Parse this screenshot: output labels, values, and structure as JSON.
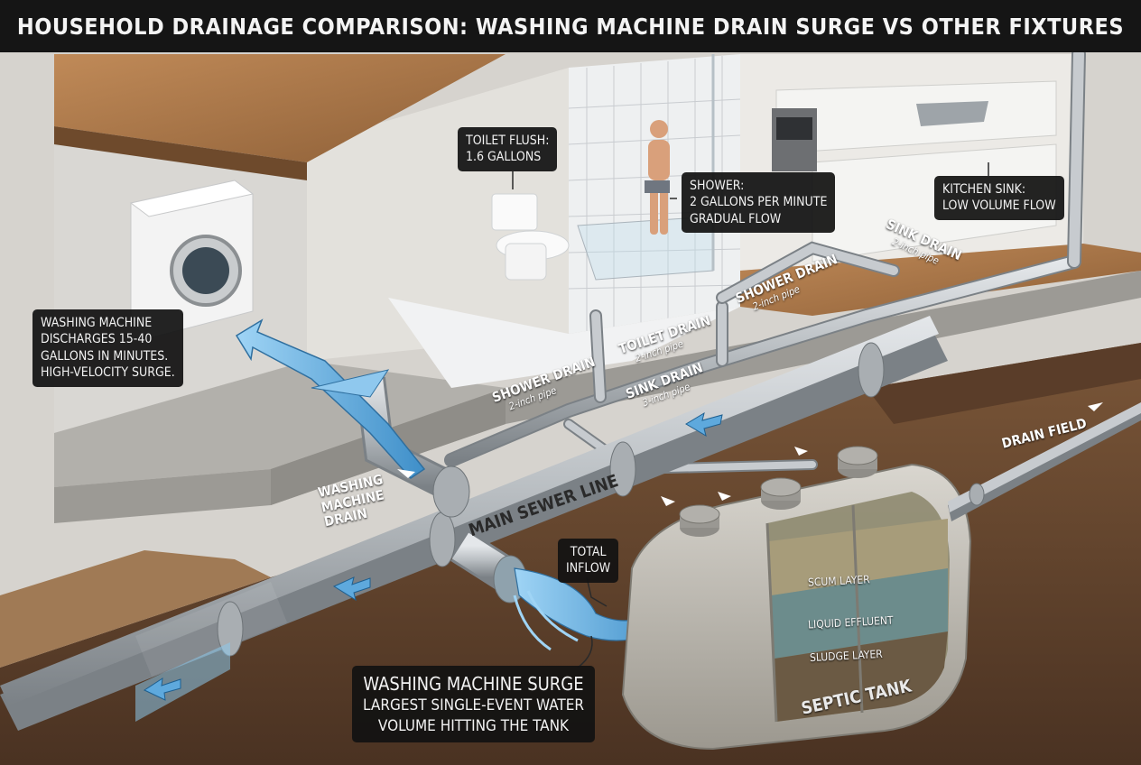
{
  "title": "HOUSEHOLD DRAINAGE COMPARISON: WASHING MACHINE DRAIN SURGE VS OTHER FIXTURES",
  "callouts": {
    "toilet_flush": [
      "TOILET FLUSH:",
      "1.6 GALLONS"
    ],
    "shower": [
      "SHOWER:",
      "2 GALLONS PER MINUTE",
      "GRADUAL FLOW"
    ],
    "kitchen_sink": [
      "KITCHEN SINK:",
      "LOW VOLUME FLOW"
    ],
    "washing_machine": [
      "WASHING MACHINE",
      "DISCHARGES 15-40",
      "GALLONS IN MINUTES.",
      "HIGH-VELOCITY SURGE."
    ],
    "total_inflow": [
      "TOTAL",
      "INFLOW"
    ],
    "surge": [
      "WASHING MACHINE SURGE",
      "LARGEST SINGLE-EVENT WATER",
      "VOLUME HITTING THE TANK"
    ]
  },
  "pipe_labels": {
    "sink_drain_upper": {
      "name": "SINK DRAIN",
      "size": "2-inch pipe"
    },
    "shower_drain_upper": {
      "name": "SHOWER DRAIN",
      "size": "2-inch pipe"
    },
    "toilet_drain": {
      "name": "TOILET DRAIN",
      "size": "2-inch pipe"
    },
    "shower_drain_lower": {
      "name": "SHOWER DRAIN",
      "size": "2-inch pipe"
    },
    "sink_drain_lower": {
      "name": "SINK DRAIN",
      "size": "3-inch pipe"
    }
  },
  "labels": {
    "washing_machine_drain": [
      "WASHING",
      "MACHINE",
      "DRAIN"
    ],
    "main_sewer_line": "MAIN SEWER LINE",
    "drain_field": "DRAIN FIELD",
    "septic_tank": "SEPTIC TANK",
    "scum_layer": "SCUM LAYER",
    "liquid_effluent": "LIQUID EFFLUENT",
    "sludge_layer": "SLUDGE LAYER"
  },
  "colors": {
    "title_bg": "#151515",
    "callout_bg": "#121212",
    "pipe": "#b9bec2",
    "water": "#6fb7e6",
    "soil": "#6b4a33",
    "floor_wood": "#a8764a",
    "wall": "#e7e5e1"
  }
}
